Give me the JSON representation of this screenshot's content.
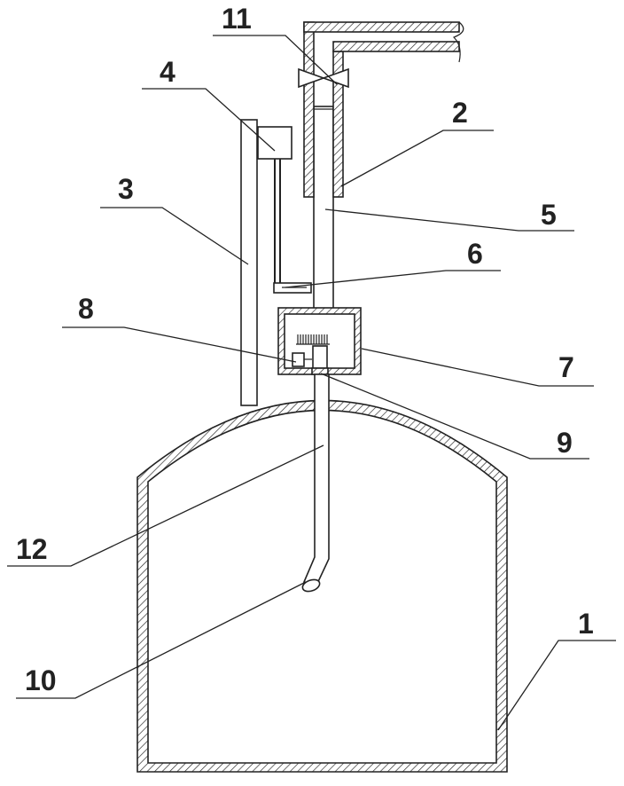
{
  "labels": [
    {
      "id": "1",
      "text": "1"
    },
    {
      "id": "2",
      "text": "2"
    },
    {
      "id": "3",
      "text": "3"
    },
    {
      "id": "4",
      "text": "4"
    },
    {
      "id": "5",
      "text": "5"
    },
    {
      "id": "6",
      "text": "6"
    },
    {
      "id": "7",
      "text": "7"
    },
    {
      "id": "8",
      "text": "8"
    },
    {
      "id": "9",
      "text": "9"
    },
    {
      "id": "10",
      "text": "10"
    },
    {
      "id": "11",
      "text": "11"
    },
    {
      "id": "12",
      "text": "12"
    }
  ],
  "colors": {
    "line": "#222222",
    "background": "#ffffff"
  }
}
